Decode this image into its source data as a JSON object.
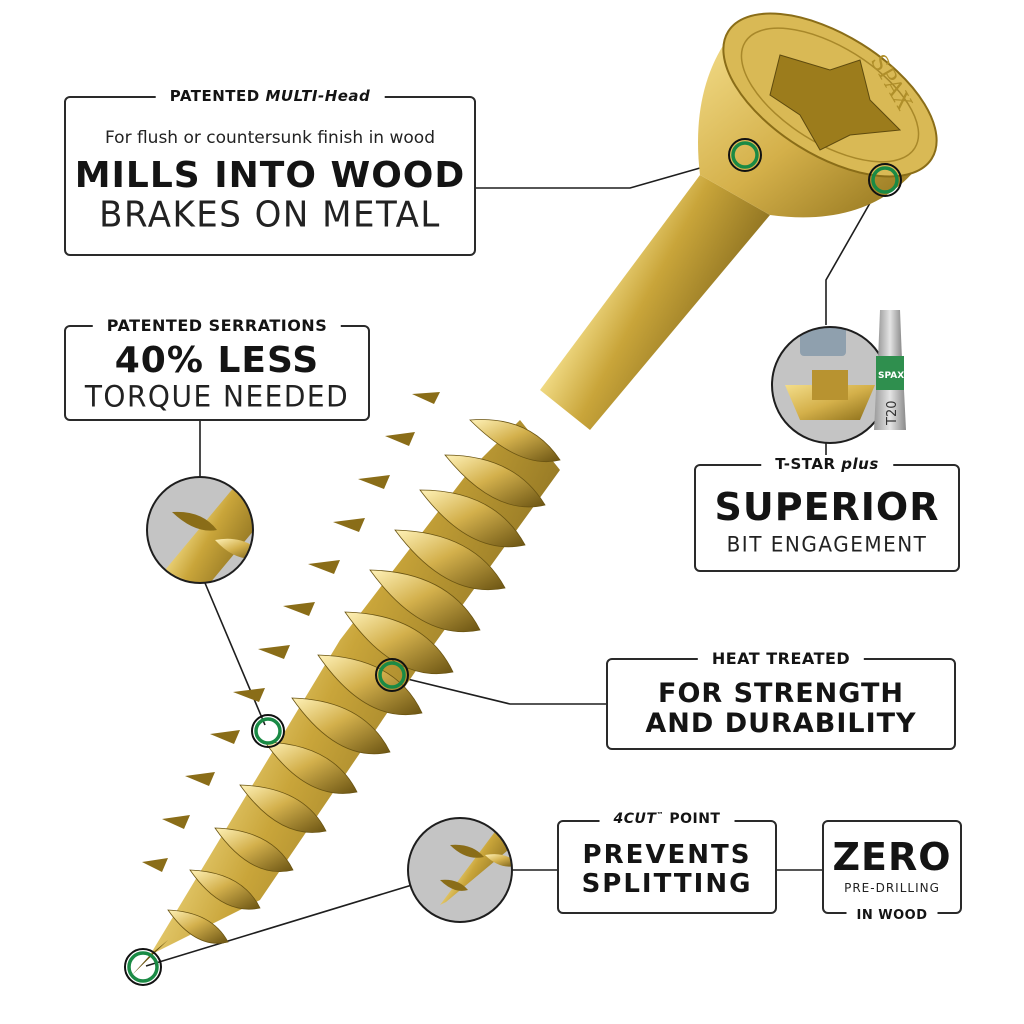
{
  "product": {
    "brand_mark": "SPAX",
    "bit_label": "T20",
    "colors": {
      "gold": "#c9a53a",
      "gold_dark": "#7a6014",
      "gold_light": "#f3dd8a",
      "indicator_green": "#1a8a45",
      "inset_gray": "#c4c4c4",
      "bit_band_green": "#2f8f4e",
      "outline": "#2a2a2a"
    }
  },
  "callouts": {
    "multi_head": {
      "tag_prefix": "PATENTED ",
      "tag_italic": "MULTI-Head",
      "subtitle": "For flush or countersunk finish in wood",
      "headline": "MILLS INTO WOOD",
      "secondary": "BRAKES ON METAL"
    },
    "serrations": {
      "tag": "PATENTED SERRATIONS",
      "headline": "40% LESS",
      "secondary": "TORQUE NEEDED"
    },
    "tstar": {
      "tag_prefix": "T-STAR ",
      "tag_italic": "plus",
      "headline": "SUPERIOR",
      "secondary": "BIT ENGAGEMENT"
    },
    "heat_treated": {
      "tag": "HEAT TREATED",
      "headline_line1": "FOR STRENGTH",
      "headline_line2": "AND DURABILITY"
    },
    "fourcut": {
      "tag_italic": "4CUT",
      "tag_tm": "™",
      "tag_suffix": " POINT",
      "headline_line1": "PREVENTS",
      "headline_line2": "SPLITTING"
    },
    "zero": {
      "headline": "ZERO",
      "secondary": "PRE-DRILLING",
      "tag_bottom": "IN WOOD"
    }
  }
}
